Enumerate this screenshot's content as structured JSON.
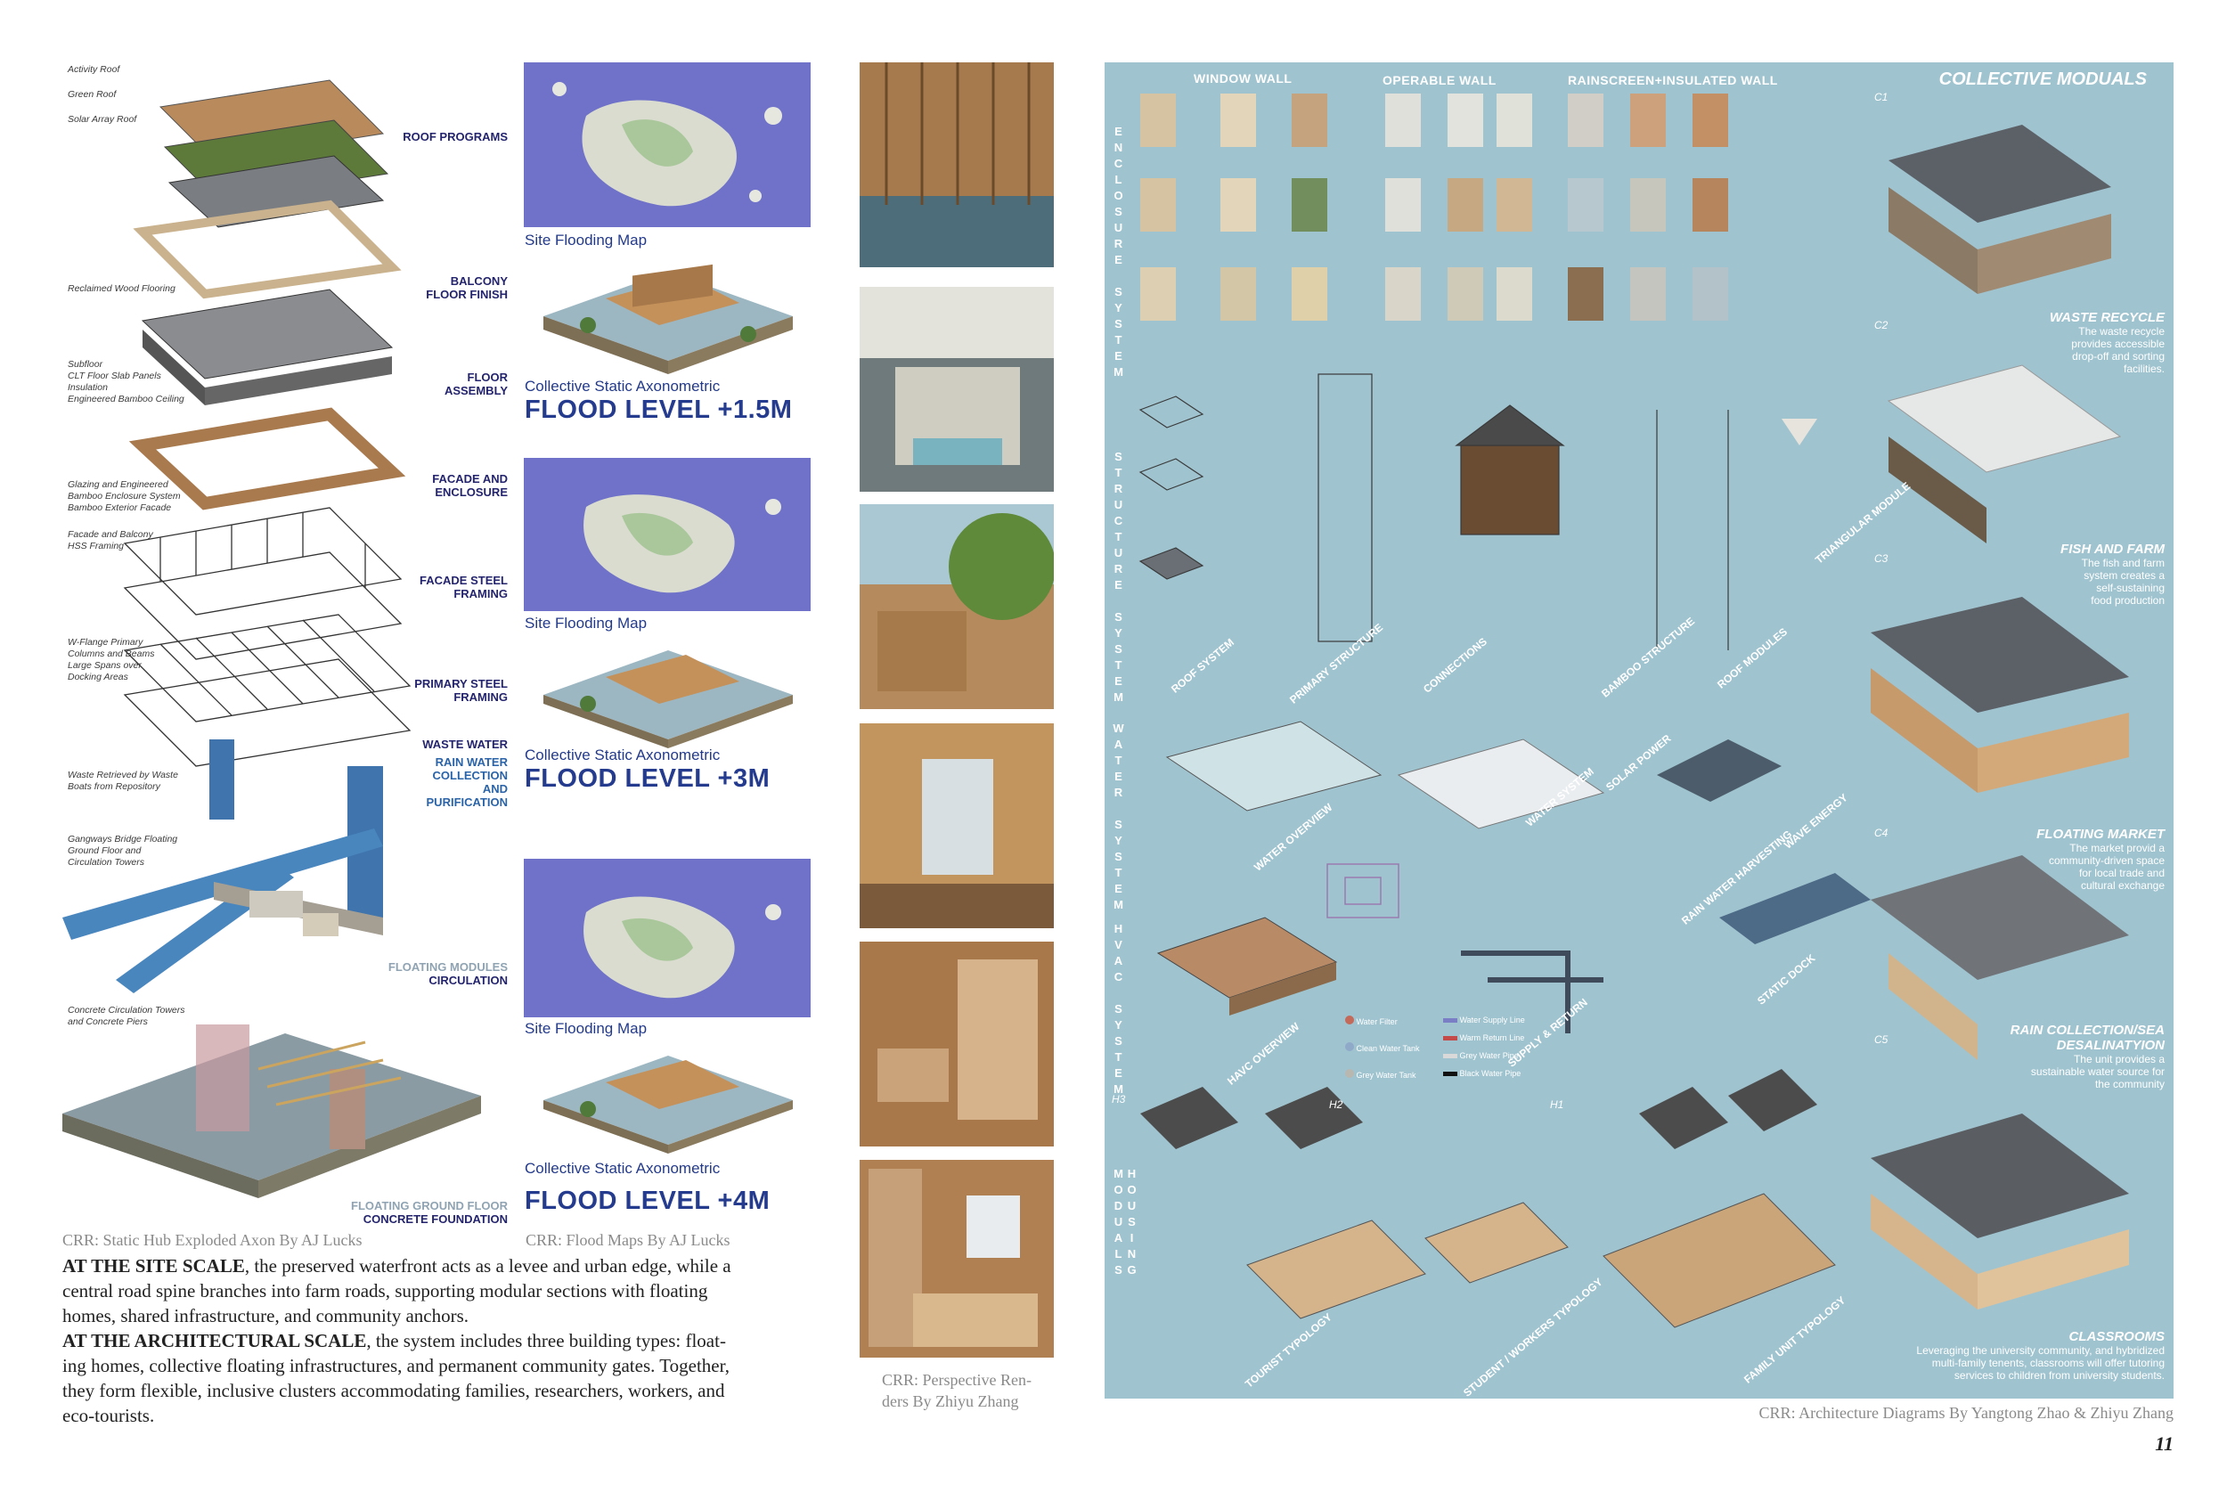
{
  "axon": {
    "labels_left": [
      "Activity Roof",
      "Green Roof",
      "Solar Array Roof",
      "Reclaimed Wood Flooring",
      "Subfloor",
      "CLT Floor Slab Panels",
      "Insulation",
      "Engineered Bamboo Ceiling",
      "Glazing and Engineered",
      "Bamboo Enclosure System",
      "Bamboo Exterior Facade",
      "Facade and Balcony",
      "HSS Framing",
      "W-Flange Primary",
      "Columns and Beams",
      "Large Spans over",
      "Docking Areas",
      "Waste Retrieved by Waste",
      "Boats from Repository",
      "Gangways Bridge Floating",
      "Ground Floor and",
      "Circulation Towers",
      "Concrete Circulation Towers",
      "and Concrete Piers"
    ],
    "labels_right": {
      "roof": "ROOF PROGRAMS",
      "balcony1": "BALCONY",
      "balcony2": "FLOOR FINISH",
      "floor1": "FLOOR",
      "floor2": "ASSEMBLY",
      "facade1": "FACADE AND",
      "facade2": "ENCLOSURE",
      "steel1": "FACADE STEEL",
      "steel2": "FRAMING",
      "primary1": "PRIMARY STEEL",
      "primary2": "FRAMING",
      "waste": "WASTE WATER",
      "rain1": "RAIN WATER",
      "rain2": "COLLECTION",
      "rain3": "AND",
      "rain4": "PURIFICATION",
      "floatmod1": "FLOATING MODULES",
      "floatmod2": "CIRCULATION",
      "ground1": "FLOATING GROUND FLOOR",
      "ground2": "CONCRETE FOUNDATION"
    },
    "caption": "CRR: Static Hub Exploded Axon By AJ Lucks"
  },
  "flood": {
    "map_title": "Site Flooding Map",
    "axo_title": "Collective Static Axonometric",
    "levels": [
      "FLOOD LEVEL +1.5M",
      "FLOOD LEVEL +3M",
      "FLOOD LEVEL +4M"
    ],
    "caption": "CRR: Flood Maps By AJ Lucks"
  },
  "renders": {
    "caption1": "CRR: Perspective Ren-",
    "caption2": "ders By Zhiyu Zhang"
  },
  "body": {
    "p1_bold": "AT THE SITE SCALE",
    "p1_l1": ", the preserved waterfront acts as a levee and urban edge, while a",
    "p1_l2": "central road spine branches into farm roads, supporting modular sections with floating",
    "p1_l3": "homes, shared infrastructure, and community anchors.",
    "p2_bold": "AT THE ARCHITECTURAL SCALE",
    "p2_l1": ", the system includes three building types: float-",
    "p2_l2": "ing homes, collective floating infrastructures, and permanent community gates. Together,",
    "p2_l3": "they form flexible, inclusive clusters accommodating families, researchers, workers, and",
    "p2_l4": "eco-tourists."
  },
  "panel": {
    "title": "COLLECTIVE MODUALS",
    "col_heads": [
      "WINDOW WALL",
      "OPERABLE WALL",
      "RAINSCREEN+INSULATED WALL"
    ],
    "systems": [
      "ENCLOSURE SYSTEM",
      "STRUCTURE SYSTEM",
      "WATER SYSTEM",
      "HVAC SYSTEM",
      "HOUSING MODUALS"
    ],
    "structure_labels": [
      "ROOF SYSTEM",
      "PRIMARY STRUCTURE",
      "CONNECTIONS",
      "BAMBOO STRUCTURE",
      "ROOF MODULES",
      "TRIANGULAR MODULE"
    ],
    "water_labels": [
      "WATER OVERVIEW",
      "WATER SYSTEM",
      "SOLAR POWER",
      "RAIN WATER HARVESTING",
      "WAVE ENERGY",
      "STATIC DOCK"
    ],
    "hvac_labels": [
      "HAVC OVERVIEW",
      "SUPPLY & RETURN"
    ],
    "housing_labels": [
      "TOURIST TYPOLOGY",
      "STUDENT / WORKERS TYPOLOGY",
      "FAMILY UNIT TYPOLOGY"
    ],
    "legend": [
      "Water Filter",
      "Clean Water Tank",
      "Grey Water Tank",
      "Water Supply Line",
      "Warm Return Line",
      "Grey Water Pipe",
      "Black Water Pipe"
    ],
    "h_labels": [
      "H3",
      "H2",
      "H1"
    ],
    "c_labels": [
      "C1",
      "C2",
      "C3",
      "C4",
      "C5"
    ],
    "modules": [
      {
        "title": "WASTE RECYCLE",
        "text": [
          "The waste recycle",
          "provides accessible",
          "drop-off and sorting",
          "facilities."
        ]
      },
      {
        "title": "FISH AND FARM",
        "text": [
          "The fish and farm",
          "system creates a",
          "self-sustaining",
          "food production"
        ]
      },
      {
        "title": "FLOATING MARKET",
        "text": [
          "The market provid a",
          "community-driven space",
          "for local trade and",
          "cultural exchange"
        ]
      },
      {
        "title": "RAIN COLLECTION/SEA",
        "title2": "DESALINATYION",
        "text": [
          "The unit provides a",
          "sustainable water source for",
          "the community"
        ]
      },
      {
        "title": "CLASSROOMS",
        "text": [
          "Leveraging the university community, and hybridized",
          "multi-family tenents, classrooms will offer tutoring",
          "services to children from university students."
        ]
      }
    ],
    "caption": "CRR: Architecture Diagrams By Yangtong Zhao & Zhiyu Zhang"
  },
  "page_number": "11"
}
